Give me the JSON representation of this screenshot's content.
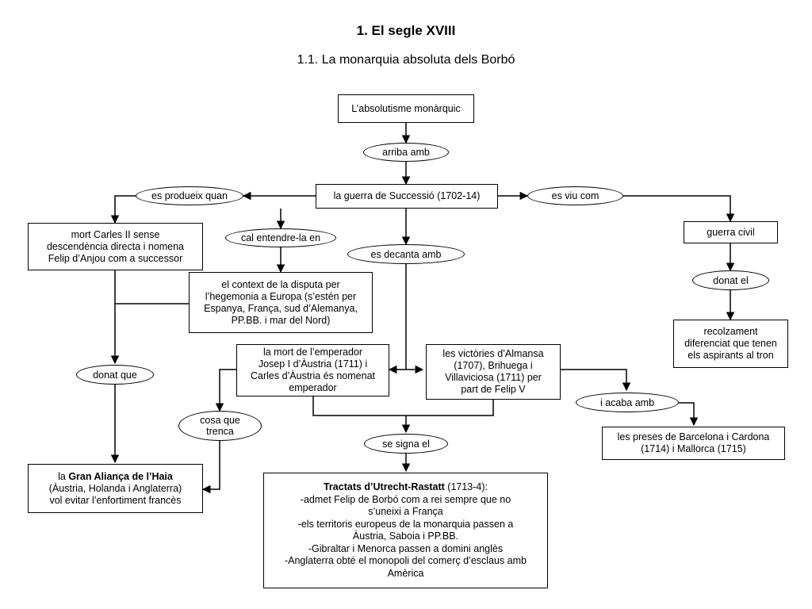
{
  "title": "1. El segle XVIII",
  "subtitle": "1.1. La monarquia absoluta dels Borbó",
  "nodes": {
    "absolutisme": "L’absolutisme monàrquic",
    "arriba_amb": "arriba amb",
    "guerra_successio": "la guerra de Successió (1702-14)",
    "es_produeix_quan": "es produeix quan",
    "es_viu_com": "es viu com",
    "cal_entendre": "cal entendre-la en",
    "es_decanta_amb": "es decanta amb",
    "guerra_civil": "guerra civil",
    "donat_el": "donat el",
    "recolzament": [
      "recolzament",
      "diferenciat que tenen",
      "els aspirants al tron"
    ],
    "mort_carles": [
      "mort Carles II sense",
      "descendència directa i nomena",
      "Felip d’Anjou com a successor"
    ],
    "context": [
      "el context de la disputa per",
      "l’hegemonia a Europa (s’estén per",
      "Espanya, França, sud d’Alemanya,",
      "PP.BB. i mar del Nord)"
    ],
    "mort_emperador": [
      "la mort de l’emperador",
      "Josep I d’Àustria (1711) i",
      "Carles d’Àustria és nomenat",
      "emperador"
    ],
    "victories": [
      "les victòries d’Almansa",
      "(1707), Brihuega i",
      "Villaviciosa (1711) per",
      "part de Felip V"
    ],
    "donat_que": "donat que",
    "cosa_que_trenca": [
      "cosa que",
      "trenca"
    ],
    "i_acaba_amb": "i acaba amb",
    "preses": [
      "les preses de Barcelona i Cardona",
      "(1714) i Mallorca (1715)"
    ],
    "se_signa_el": "se signa el",
    "gran_alianca": {
      "prefix": "la ",
      "bold": "Gran Aliança de l’Haia",
      "lines": [
        "(Àustria, Holanda i Anglaterra)",
        "vol evitar l’enfortiment francès"
      ]
    },
    "tractats": {
      "bold": "Tractats d’Utrecht-Rastatt",
      "suffix": " (1713-4):",
      "lines": [
        "-admet Felip de Borbó com a rei sempre que no",
        "s’uneixi a França",
        "-els territoris europeus de la monarquia passen a",
        "Àustria, Saboia i PP.BB.",
        "-Gibraltar i Menorca passen a domini anglès",
        "-Anglaterra obté el monopoli del comerç d’esclaus amb",
        "Amèrica"
      ]
    }
  }
}
